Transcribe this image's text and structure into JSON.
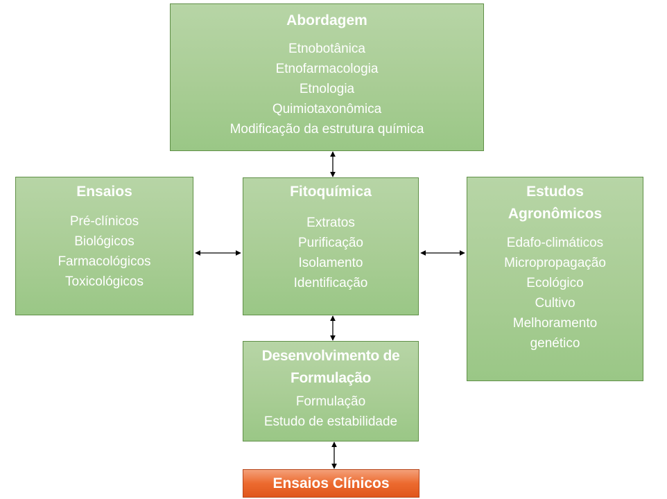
{
  "abordagem": {
    "title": "Abordagem",
    "items": [
      "Etnobotânica",
      "Etnofarmacologia",
      "Etnologia",
      "Quimiotaxonômica",
      "Modificação da estrutura química"
    ]
  },
  "ensaios": {
    "title": "Ensaios",
    "items": [
      "Pré-clínicos",
      "Biológicos",
      "Farmacológicos",
      "Toxicológicos"
    ]
  },
  "fitoquimica": {
    "title": "Fitoquímica",
    "items": [
      "Extratos",
      "Purificação",
      "Isolamento",
      "Identificação"
    ]
  },
  "estudos_agronomicos": {
    "title_line1": "Estudos",
    "title_line2": "Agronômicos",
    "items": [
      "Edafo-climáticos",
      "Micropropagação",
      "Ecológico",
      "Cultivo",
      "Melhoramento",
      "genético"
    ]
  },
  "desenvolvimento": {
    "title_line1": "Desenvolvimento de",
    "title_line2": "Formulação",
    "items": [
      "Formulação",
      "Estudo de estabilidade"
    ]
  },
  "ensaios_clinicos": {
    "title": "Ensaios Clínicos"
  },
  "colors": {
    "box_green": "#a9cd95",
    "box_border": "#5f8f46",
    "box_orange": "#ec6a2f",
    "text": "#ffffff",
    "arrow": "#000000"
  }
}
